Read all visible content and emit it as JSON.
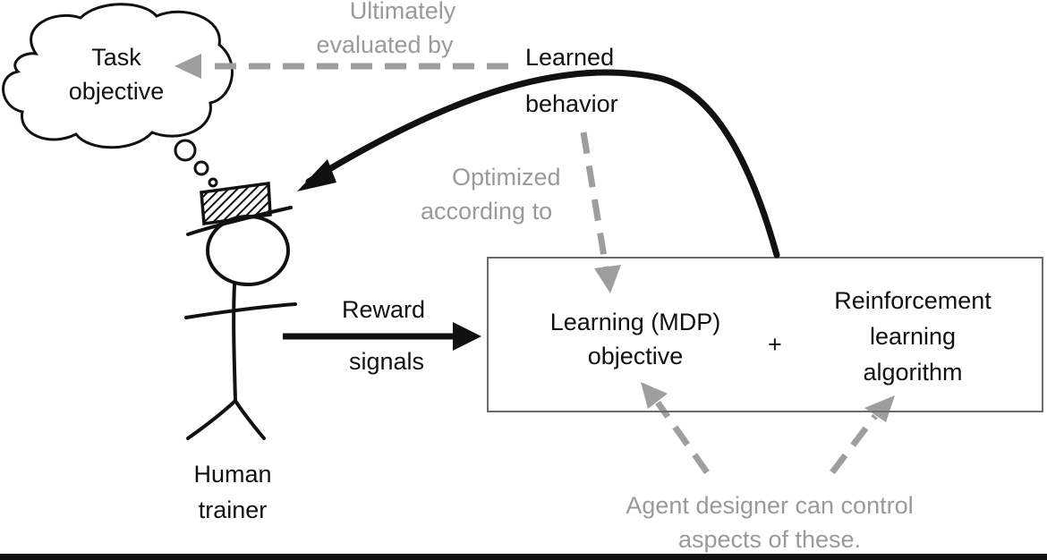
{
  "labels": {
    "ultimately": "Ultimately",
    "evaluated_by": "evaluated by",
    "task": "Task",
    "objective": "objective",
    "learned": "Learned",
    "behavior": "behavior",
    "optimized": "Optimized",
    "according_to": "according to",
    "reward": "Reward",
    "signals": "signals",
    "learning_mdp": "Learning (MDP)",
    "mdp_objective": "objective",
    "plus": "+",
    "reinforcement": "Reinforcement",
    "learning": "learning",
    "algorithm": "algorithm",
    "human": "Human",
    "trainer": "trainer",
    "designer_line1": "Agent designer can control",
    "designer_line2": "aspects of these."
  },
  "colors": {
    "ink": "#111111",
    "dashed": "#9e9e9e",
    "gray_text": "#9a9a9a"
  }
}
